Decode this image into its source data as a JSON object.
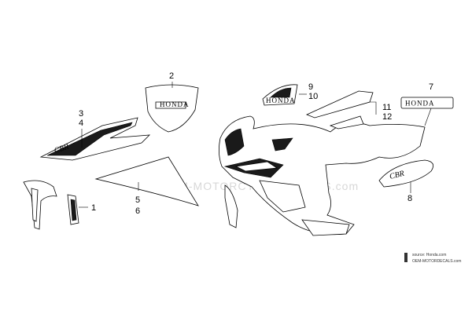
{
  "callouts": {
    "c1": "1",
    "c2": "2",
    "c3": "3",
    "c4": "4",
    "c5": "5",
    "c6": "6",
    "c7": "7",
    "c8": "8",
    "c9": "9",
    "c10": "10",
    "c11": "11",
    "c12": "12"
  },
  "logos": {
    "honda_wing": "HONDA",
    "honda_wordmark": "HONDA",
    "cbr_script": "CBR"
  },
  "watermark": {
    "text": "OEM-MOTORCYCLE-DECALS.com",
    "source_line1": "source: Honda.com",
    "source_line2": "OEM-MOTORDECALS.com"
  },
  "colors": {
    "line": "#000000",
    "fill": "#ffffff",
    "dark": "#1a1a1a",
    "watermark": "#d8d8d8"
  }
}
